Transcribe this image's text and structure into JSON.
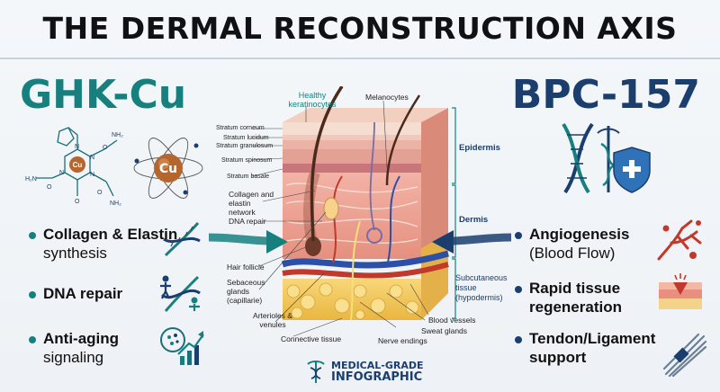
{
  "title": "THE DERMAL RECONSTRUCTION AXIS",
  "left": {
    "name": "GHK-Cu",
    "atom_label": "Cu",
    "molecule_labels": [
      "NH₂",
      "H₂N",
      "NH₂",
      "N",
      "N",
      "N",
      "N",
      "O",
      "O",
      "O",
      "O",
      "Cu"
    ],
    "bullets": [
      {
        "bold": "Collagen & Elastin",
        "normal": "synthesis",
        "icon": "dna-helix-icon"
      },
      {
        "bold": "DNA repair",
        "normal": "",
        "icon": "dna-repair-people-icon"
      },
      {
        "bold": "Anti-aging",
        "normal": "signaling",
        "icon": "growth-chart-icon"
      }
    ]
  },
  "right": {
    "name": "BPC-157",
    "bullets": [
      {
        "bold": "Angiogenesis",
        "normal": "(Blood Flow)",
        "icon": "blood-vessels-icon"
      },
      {
        "bold": "Rapid tissue",
        "normal": "regeneration",
        "icon": "wound-healing-icon"
      },
      {
        "bold": "Tendon/Ligament",
        "normal": "support",
        "icon": "tendon-fibers-icon"
      }
    ]
  },
  "diagram": {
    "labels": {
      "healthy_keratinocytes": "Healthy keratinocytes",
      "melanocytes": "Melanocytes",
      "stratum_corneum": "Stratum corneum",
      "stratum_lucidum": "Stratum lucidum",
      "stratum_granulosum": "Stratum granulosum",
      "stratum_spinosum": "Stratum spinosum",
      "stratum_basale": "Stratum basale",
      "collagen_network": "Collagen and elastin network",
      "dna_repair": "DNA repair",
      "hair_follicle": "Hair follicle",
      "sebaceous_glands": "Sebaceous glands (capillarie)",
      "arterioles": "Arterioles & venules",
      "connective_tissue": "Connective tissue",
      "nerve_endings": "Nerve endings",
      "sweat_glands": "Sweat glands",
      "blood_vessels": "Blood vessels",
      "epidermis": "Epidermis",
      "dermis": "Dermis",
      "subcutaneous": "Subcutaneous tissue (hypodermis)"
    }
  },
  "footer": {
    "line1": "MEDICAL-GRADE",
    "line2": "INFOGRAPHIC",
    "icon": "caduceus-icon"
  },
  "colors": {
    "teal": "#17807f",
    "navy": "#1a3e6e",
    "copper": "#b5652e"
  }
}
